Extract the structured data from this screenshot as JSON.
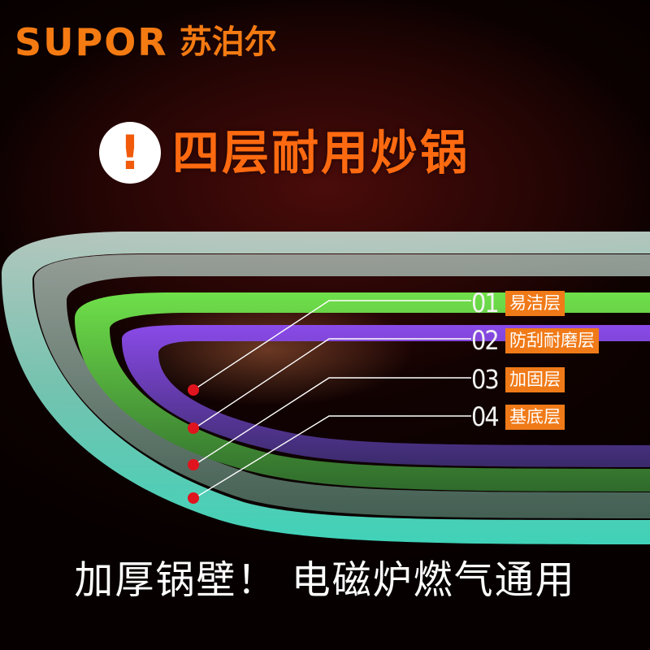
{
  "brand": {
    "name_en": "SUPOR",
    "name_cn": "苏泊尔",
    "color": "#f47a12"
  },
  "headline": {
    "icon": "exclamation-icon",
    "text": "四层耐用炒锅",
    "color": "#ff6a10"
  },
  "layers": [
    {
      "number": "01",
      "name": "易洁层",
      "color": "#7a3ad8"
    },
    {
      "number": "02",
      "name": "防刮耐磨层",
      "color": "#4fc23a"
    },
    {
      "number": "03",
      "name": "加固层",
      "color": "#8aa59a"
    },
    {
      "number": "04",
      "name": "基底层",
      "color": "#5fe0c8"
    }
  ],
  "label_color": "#f07a18",
  "marker_color": "#e0141e",
  "tagline": "加厚锅壁！ 电磁炉燃气通用"
}
